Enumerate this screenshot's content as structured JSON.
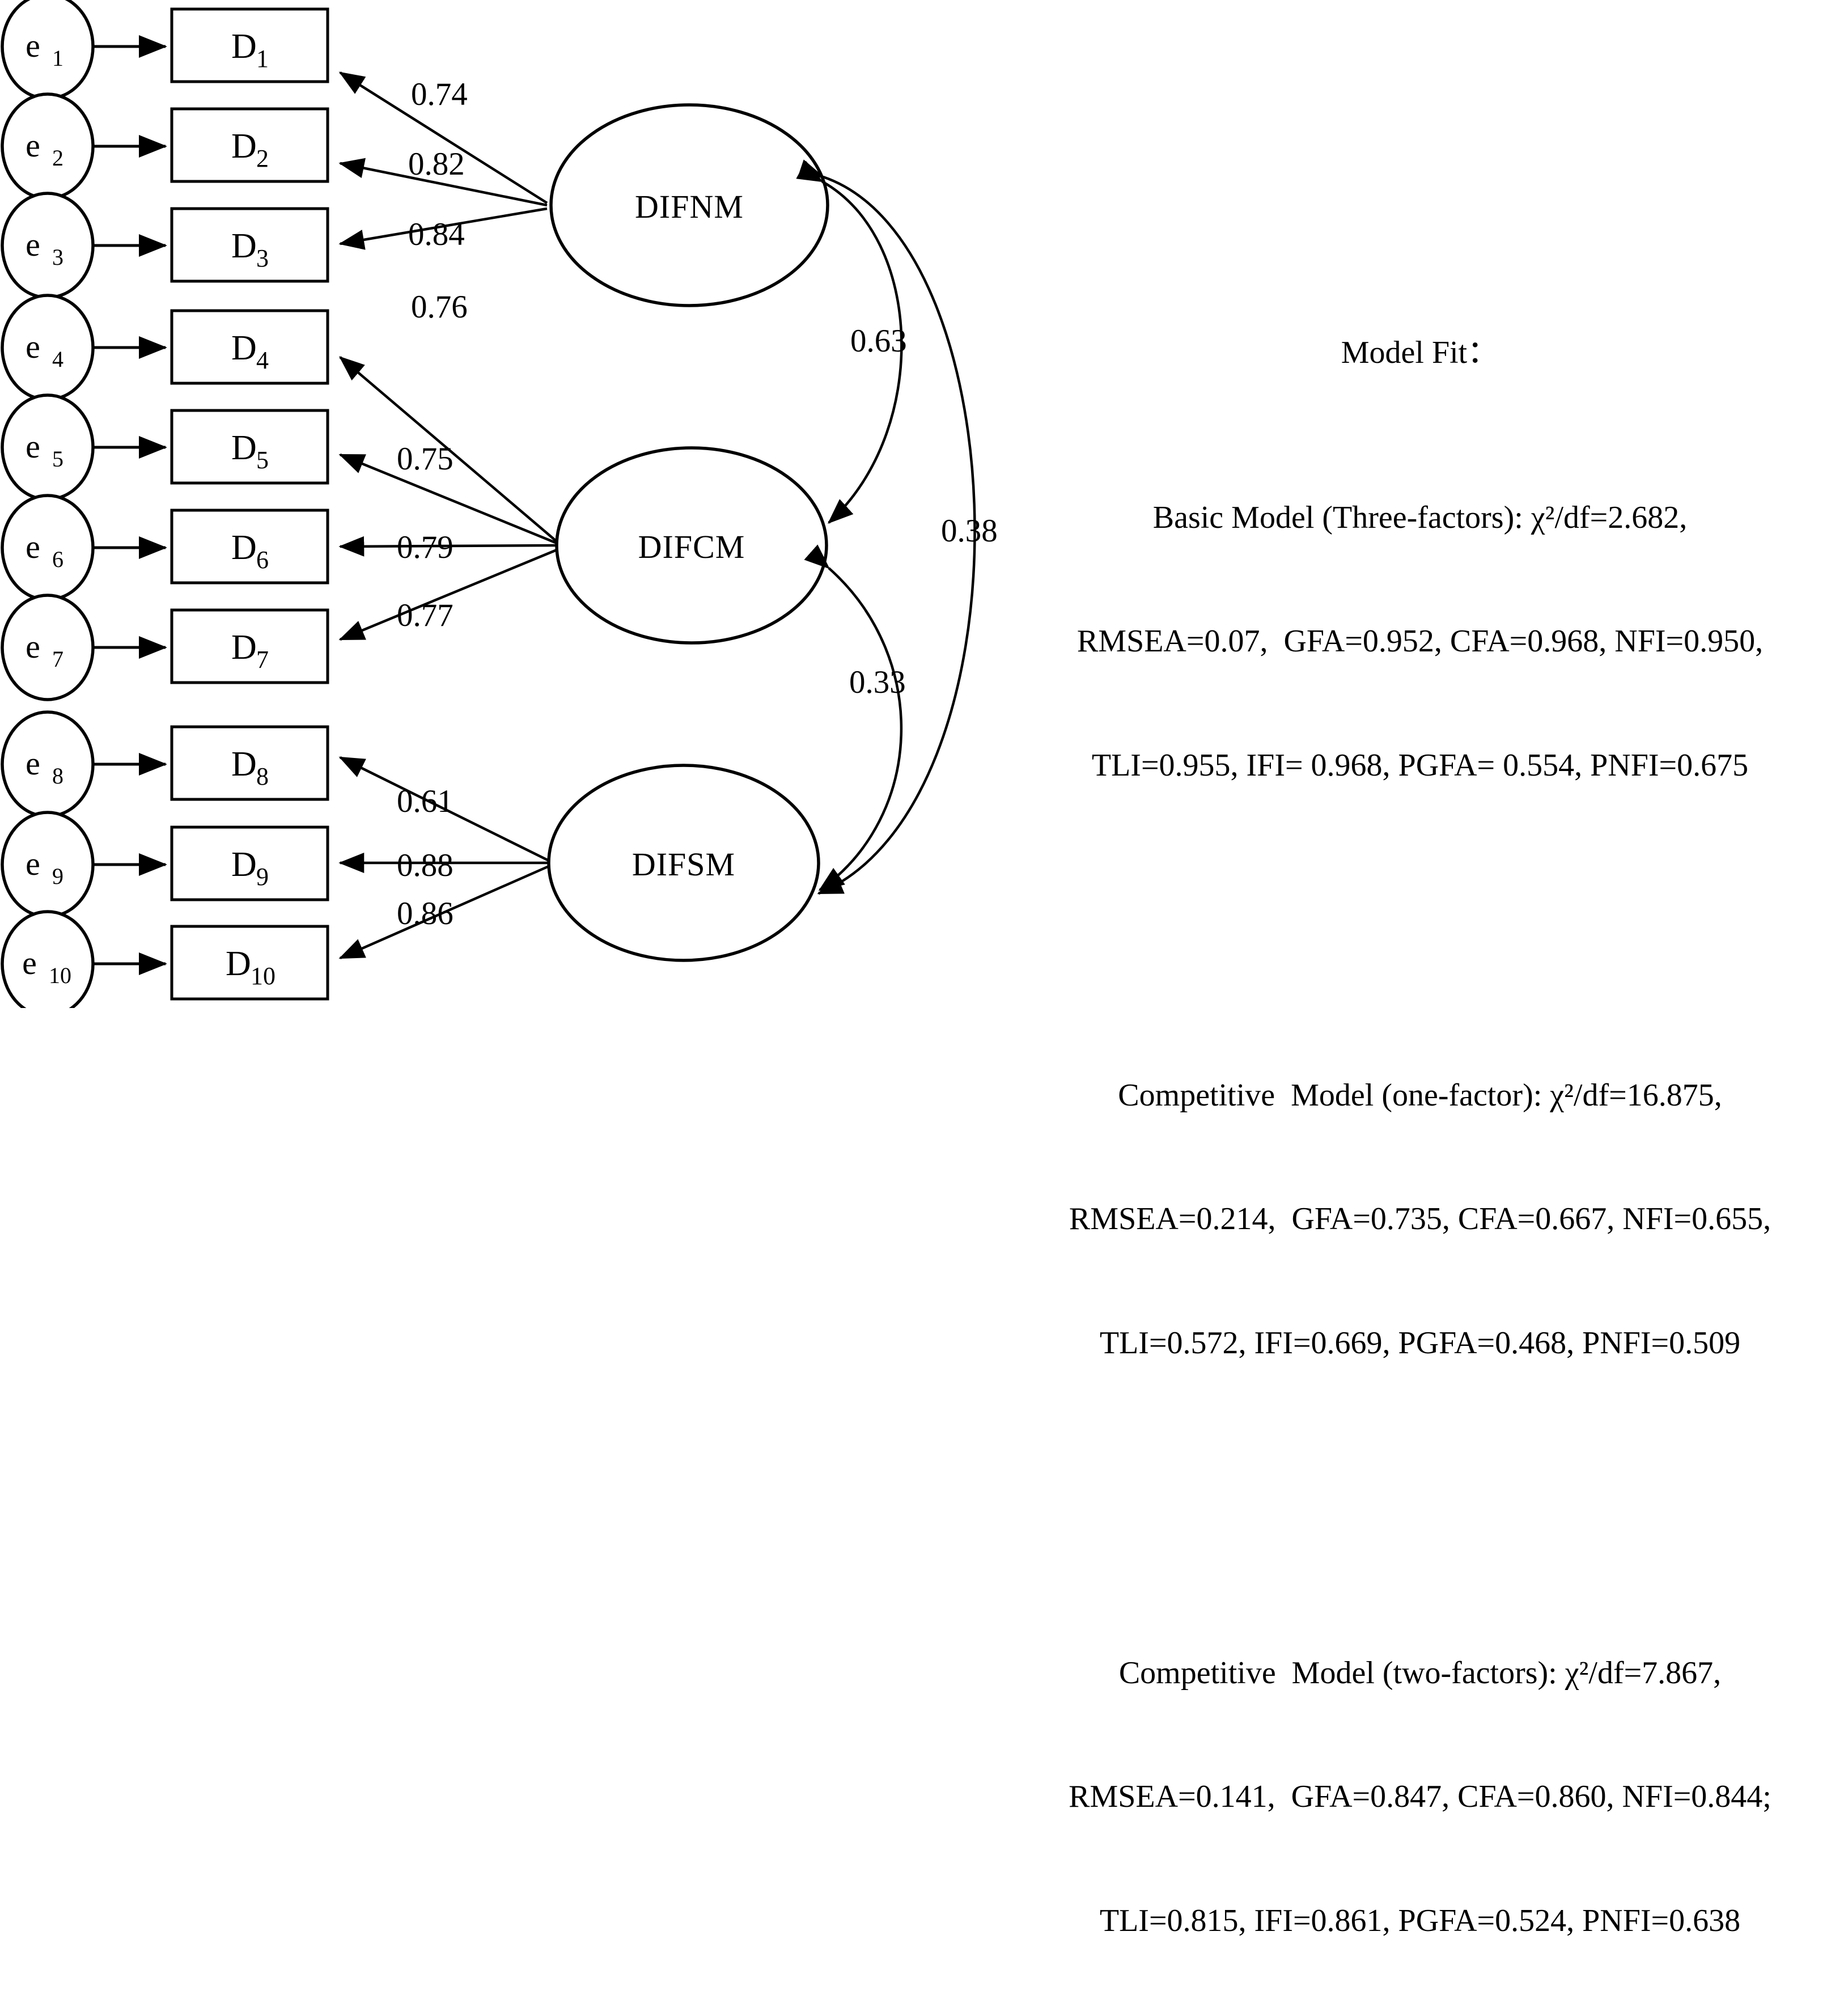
{
  "diagram": {
    "type": "sem-path-diagram",
    "errors": [
      {
        "id": "e1",
        "base": "e",
        "sub": "1"
      },
      {
        "id": "e2",
        "base": "e",
        "sub": "2"
      },
      {
        "id": "e3",
        "base": "e",
        "sub": "3"
      },
      {
        "id": "e4",
        "base": "e",
        "sub": "4"
      },
      {
        "id": "e5",
        "base": "e",
        "sub": "5"
      },
      {
        "id": "e6",
        "base": "e",
        "sub": "6"
      },
      {
        "id": "e7",
        "base": "e",
        "sub": "7"
      },
      {
        "id": "e8",
        "base": "e",
        "sub": "8"
      },
      {
        "id": "e9",
        "base": "e",
        "sub": "9"
      },
      {
        "id": "e10",
        "base": "e",
        "sub": "10"
      }
    ],
    "indicators": [
      {
        "id": "D1",
        "base": "D",
        "sub": "1",
        "loading": "0.74",
        "factor": "DIFNM"
      },
      {
        "id": "D2",
        "base": "D",
        "sub": "2",
        "loading": "0.82",
        "factor": "DIFNM"
      },
      {
        "id": "D3",
        "base": "D",
        "sub": "3",
        "loading": "0.84",
        "factor": "DIFNM"
      },
      {
        "id": "D4",
        "base": "D",
        "sub": "4",
        "loading": "0.76",
        "factor": "DIFCM"
      },
      {
        "id": "D5",
        "base": "D",
        "sub": "5",
        "loading": "0.75",
        "factor": "DIFCM"
      },
      {
        "id": "D6",
        "base": "D",
        "sub": "6",
        "loading": "0.79",
        "factor": "DIFCM"
      },
      {
        "id": "D7",
        "base": "D",
        "sub": "7",
        "loading": "0.77",
        "factor": "DIFCM"
      },
      {
        "id": "D8",
        "base": "D",
        "sub": "8",
        "loading": "0.61",
        "factor": "DIFSM"
      },
      {
        "id": "D9",
        "base": "D",
        "sub": "9",
        "loading": "0.88",
        "factor": "DIFSM"
      },
      {
        "id": "D10",
        "base": "D",
        "sub": "10",
        "loading": "0.86",
        "factor": "DIFSM"
      }
    ],
    "factors": [
      {
        "id": "DIFNM",
        "label": "DIFNM"
      },
      {
        "id": "DIFCM",
        "label": "DIFCM"
      },
      {
        "id": "DIFSM",
        "label": "DIFSM"
      }
    ],
    "covariances": [
      {
        "from": "DIFNM",
        "to": "DIFCM",
        "value": "0.63"
      },
      {
        "from": "DIFNM",
        "to": "DIFSM",
        "value": "0.38"
      },
      {
        "from": "DIFCM",
        "to": "DIFSM",
        "value": "0.33"
      }
    ]
  },
  "model_fit": {
    "heading": "Model Fit：",
    "blocks": [
      {
        "name": "basic-model",
        "lines": [
          "Basic Model (Three-factors): χ²/df=2.682,",
          "RMSEA=0.07,  GFA=0.952, CFA=0.968, NFI=0.950,",
          "TLI=0.955, IFI= 0.968, PGFA= 0.554, PNFI=0.675"
        ]
      },
      {
        "name": "competitive-model-one-factor",
        "lines": [
          "Competitive  Model (one-factor): χ²/df=16.875,",
          "RMSEA=0.214,  GFA=0.735, CFA=0.667, NFI=0.655,",
          "TLI=0.572, IFI=0.669, PGFA=0.468, PNFI=0.509"
        ]
      },
      {
        "name": "competitive-model-two-factors",
        "lines": [
          "Competitive  Model (two-factors): χ²/df=7.867,",
          "RMSEA=0.141,  GFA=0.847, CFA=0.860, NFI=0.844;",
          "TLI=0.815, IFI=0.861, PGFA=0.524, PNFI=0.638"
        ]
      }
    ]
  },
  "colors": {
    "stroke": "#000000",
    "background": "#ffffff"
  }
}
